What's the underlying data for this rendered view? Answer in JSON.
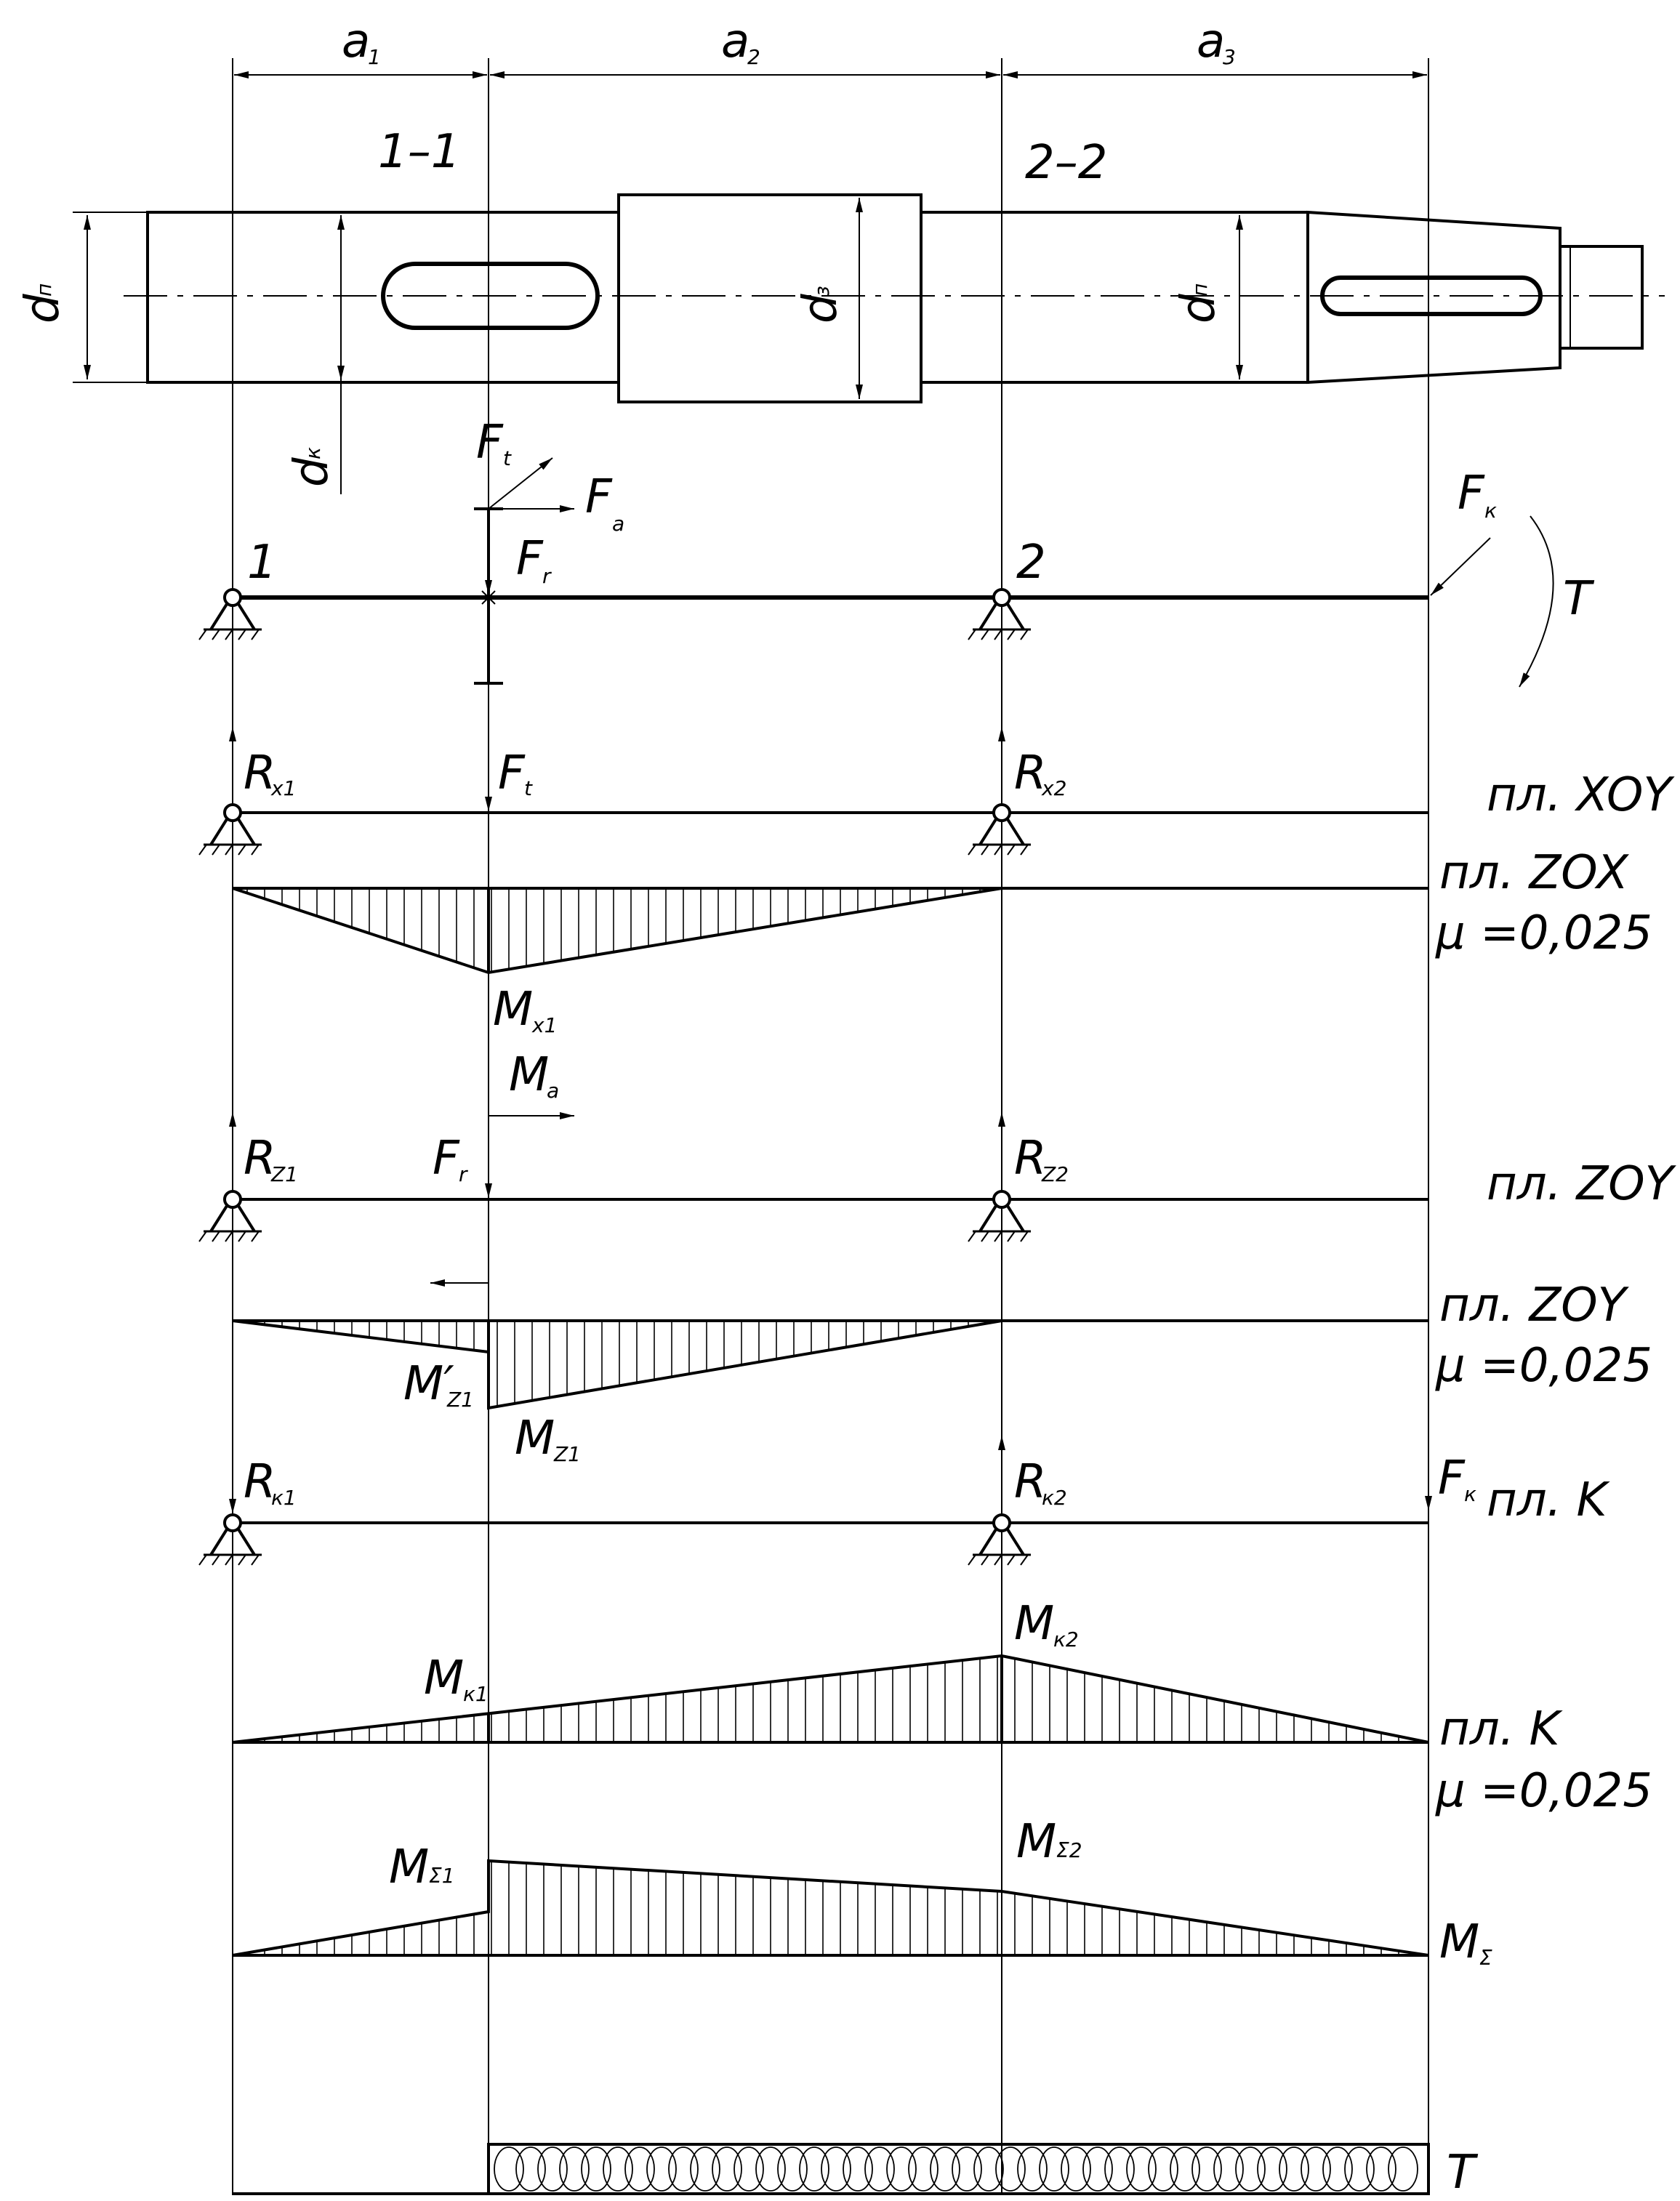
{
  "dimensions": {
    "a1": "a",
    "a1_sub": "1",
    "a2": "a",
    "a2_sub": "2",
    "a3": "a",
    "a3_sub": "3"
  },
  "sections": {
    "s1": "1–1",
    "s2": "2–2"
  },
  "diameters": {
    "d_p_left": "d",
    "d_p_left_sub": "п",
    "d_k": "d",
    "d_k_sub": "к",
    "d_z": "d",
    "d_z_sub": "з",
    "d_p_right": "d",
    "d_p_right_sub": "п"
  },
  "forces": {
    "Ft": "F",
    "Ft_sub": "t",
    "Fa": "F",
    "Fa_sub": "a",
    "Fr": "F",
    "Fr_sub": "r",
    "Fk": "F",
    "Fk_sub": "к",
    "T": "T",
    "support1": "1",
    "support2": "2"
  },
  "xoy": {
    "Rx1": "R",
    "Rx1_sub": "x1",
    "Ft": "F",
    "Ft_sub": "t",
    "Rx2": "R",
    "Rx2_sub": "x2",
    "plane": "пл. XOY"
  },
  "zox": {
    "plane": "пл. ZOX",
    "scale": "μ =0,025",
    "Mx1": "M",
    "Mx1_sub": "x1"
  },
  "zoy": {
    "Ma": "M",
    "Ma_sub": "a",
    "Rz1": "R",
    "Rz1_sub": "Z1",
    "Fr": "F",
    "Fr_sub": "r",
    "Rz2": "R",
    "Rz2_sub": "Z2",
    "plane": "пл. ZOY"
  },
  "zoy_moment": {
    "plane": "пл. ZOY",
    "scale": "μ =0,025",
    "Mz1p": "M′",
    "Mz1p_sub": "Z1",
    "Mz1": "M",
    "Mz1_sub": "Z1"
  },
  "k_plane": {
    "Rk1": "R",
    "Rk1_sub": "к1",
    "Rk2": "R",
    "Rk2_sub": "к2",
    "Fk": "F",
    "Fk_sub": "к",
    "plane": "пл. K"
  },
  "k_moment": {
    "Mk1": "M",
    "Mk1_sub": "к1",
    "Mk2": "M",
    "Mk2_sub": "к2",
    "plane": "пл. K",
    "scale": "μ =0,025"
  },
  "sum_moment": {
    "Ms1": "M",
    "Ms1_sub": "Σ1",
    "Ms2": "M",
    "Ms2_sub": "Σ2",
    "Ms": "M",
    "Ms_sub": "Σ"
  },
  "torque": {
    "T": "T"
  }
}
